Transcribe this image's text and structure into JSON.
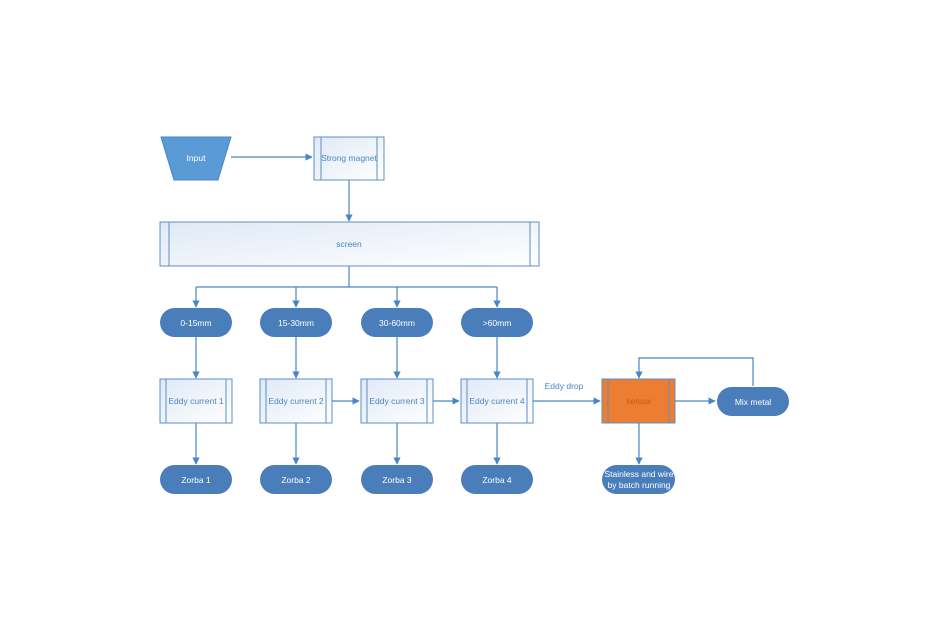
{
  "colors": {
    "line": "#4a86c5",
    "pill_fill": "#4a7ebb",
    "box_border": "#5b8fc9",
    "box_fill": "#eef3fa",
    "hopper_fill": "#5b9bd5",
    "orange": "#ed7d31"
  },
  "nodes": {
    "input": "Input",
    "strong_magnet": "Strong magnet",
    "screen": "screen",
    "size_0_15": "0-15mm",
    "size_15_30": "15-30mm",
    "size_30_60": "30-60mm",
    "size_60_plus": ">60mm",
    "eddy1": "Eddy current 1",
    "eddy2": "Eddy current 2",
    "eddy3": "Eddy current 3",
    "eddy4": "Eddy current 4",
    "zorba1": "Zorba 1",
    "zorba2": "Zorba 2",
    "zorba3": "Zorba 3",
    "zorba4": "Zorba 4",
    "sensor": "sensor",
    "mix_metal": "Mix metal",
    "stainless_line1": "Stainless and wire",
    "stainless_line2": "by batch running",
    "eddy_drop": "Eddy drop"
  }
}
